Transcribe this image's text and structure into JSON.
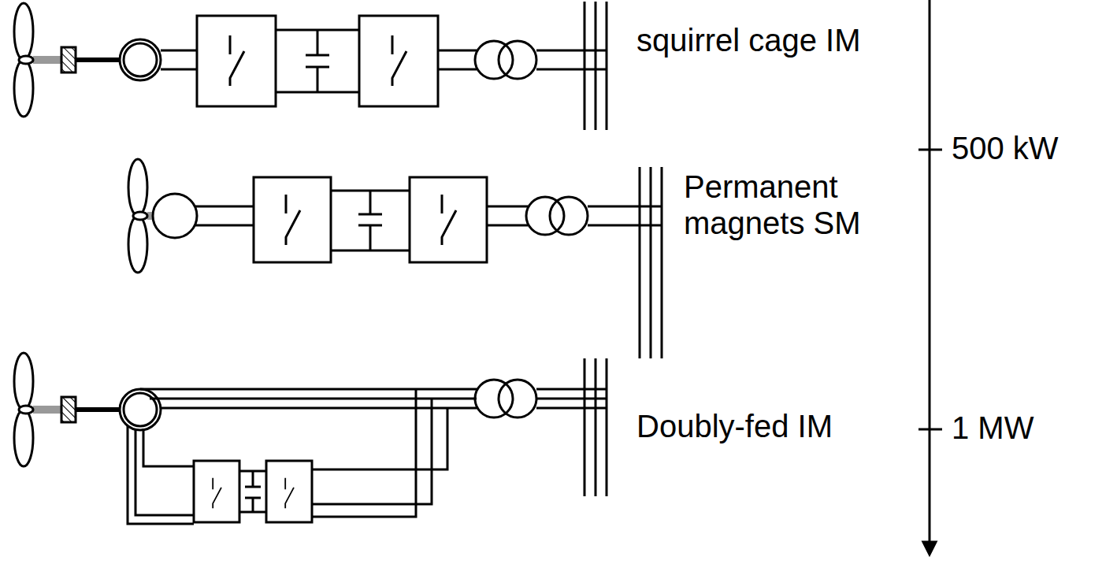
{
  "diagram": {
    "labels": [
      "squirrel cage IM",
      "500 kW",
      "Permanent magnets SM",
      "1 MW",
      "Doubly-fed IM"
    ]
  }
}
